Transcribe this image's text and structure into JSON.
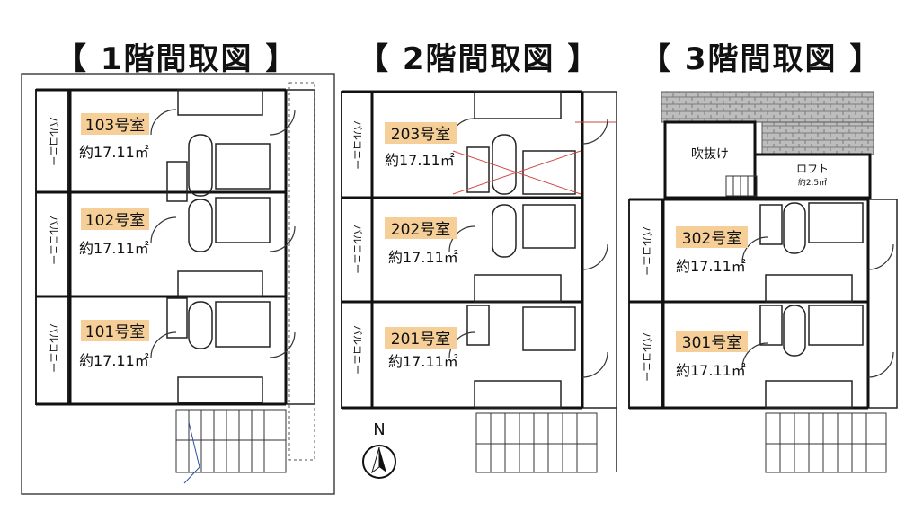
{
  "floors": [
    {
      "title": "【 1階間取図 】",
      "balcony_label": "バルコニー",
      "units": [
        {
          "room": "103号室",
          "area": "約17.11㎡"
        },
        {
          "room": "102号室",
          "area": "約17.11㎡"
        },
        {
          "room": "101号室",
          "area": "約17.11㎡"
        }
      ]
    },
    {
      "title": "【 2階間取図 】",
      "balcony_label": "バルコニー",
      "units": [
        {
          "room": "203号室",
          "area": "約17.11㎡"
        },
        {
          "room": "202号室",
          "area": "約17.11㎡"
        },
        {
          "room": "201号室",
          "area": "約17.11㎡"
        }
      ]
    },
    {
      "title": "【 3階間取図 】",
      "balcony_label": "バルコニー",
      "units": [
        {
          "room": "302号室",
          "area": "約17.11㎡"
        },
        {
          "room": "301号室",
          "area": "約17.11㎡"
        }
      ],
      "fukinuke": "吹抜け",
      "loft": "ロフト",
      "loft_area": "約2.5㎡"
    }
  ],
  "compass_label": "N",
  "colors": {
    "room_label_bg": "#f5cf97",
    "wall": "#1a1a1a",
    "roof_hatch": "#8a8a8a"
  },
  "icons": [
    "compass-icon",
    "bathtub-icon",
    "toilet-icon",
    "sink-icon",
    "stairs-icon"
  ]
}
